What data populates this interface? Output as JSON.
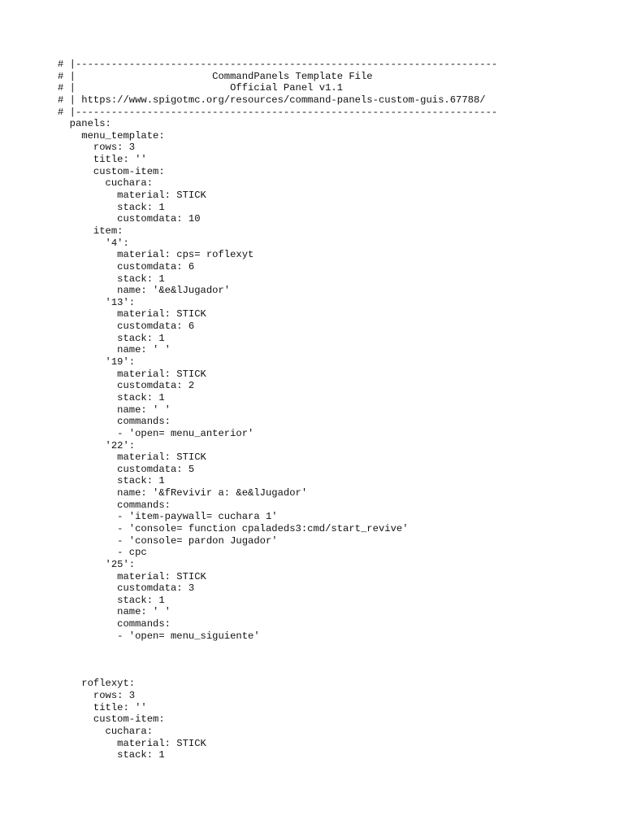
{
  "document": {
    "lines": [
      "# |-----------------------------------------------------------------------",
      "# |                       CommandPanels Template File",
      "# |                          Official Panel v1.1",
      "# | https://www.spigotmc.org/resources/command-panels-custom-guis.67788/",
      "# |-----------------------------------------------------------------------",
      "  panels:",
      "    menu_template:",
      "      rows: 3",
      "      title: ''",
      "      custom-item:",
      "        cuchara:",
      "          material: STICK",
      "          stack: 1",
      "          customdata: 10",
      "      item:",
      "        '4':",
      "          material: cps= roflexyt",
      "          customdata: 6",
      "          stack: 1",
      "          name: '&e&lJugador'",
      "        '13':",
      "          material: STICK",
      "          customdata: 6",
      "          stack: 1",
      "          name: ' '",
      "        '19':",
      "          material: STICK",
      "          customdata: 2",
      "          stack: 1",
      "          name: ' '",
      "          commands:",
      "          - 'open= menu_anterior'",
      "        '22':",
      "          material: STICK",
      "          customdata: 5",
      "          stack: 1",
      "          name: '&fRevivir a: &e&lJugador'",
      "          commands:",
      "          - 'item-paywall= cuchara 1'",
      "          - 'console= function cpaladeds3:cmd/start_revive'",
      "          - 'console= pardon Jugador'",
      "          - cpc",
      "        '25':",
      "          material: STICK",
      "          customdata: 3",
      "          stack: 1",
      "          name: ' '",
      "          commands:",
      "          - 'open= menu_siguiente'",
      "",
      "",
      "",
      "    roflexyt:",
      "      rows: 3",
      "      title: ''",
      "      custom-item:",
      "        cuchara:",
      "          material: STICK",
      "          stack: 1"
    ]
  }
}
